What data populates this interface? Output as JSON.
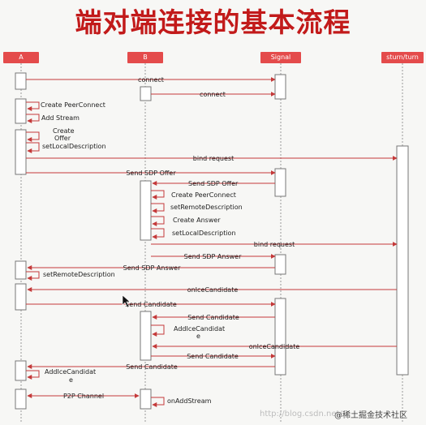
{
  "title": "端对端连接的基本流程",
  "lanes": [
    "A",
    "B",
    "Signal",
    "sturn/turn"
  ],
  "messages": {
    "connect_a": "connect",
    "connect_b": "connect",
    "create_pc_a": "Create PeerConnect",
    "add_stream": "Add Stream",
    "create_offer_1": "Create",
    "create_offer_2": "Offer",
    "set_local_a": "setLocalDescription",
    "bind_a": "bind request",
    "send_offer_a": "Send SDP Offer",
    "send_offer_b": "Send SDP Offer",
    "create_pc_b": "Create PeerConnect",
    "set_remote_b": "setRemoteDescription",
    "create_answer": "Create Answer",
    "set_local_b": "setLocalDescription",
    "bind_b": "bind request",
    "send_answer_b": "Send SDP Answer",
    "send_answer_a": "Send SDP Answer",
    "set_remote_a": "setRemoteDescription",
    "ice_a": "onIceCandidate",
    "send_cand_a": "Send Candidate",
    "send_cand_to_b": "Send Candidate",
    "add_cand_b_1": "AddIceCandidat",
    "add_cand_b_2": "e",
    "ice_b": "onIceCandidate",
    "send_cand_b": "Send Candidate",
    "send_cand_to_a": "Send Candidate",
    "add_cand_a_1": "AddIceCandidat",
    "add_cand_a_2": "e",
    "p2p": "P2P Channel",
    "on_add_stream": "onAddStream"
  },
  "watermark": "http://blog.csdn.net/",
  "badge": "@稀土掘金技术社区",
  "colors": {
    "title": "#c21a1a",
    "lane": "#e44b4b",
    "arrow": "#c43a3a"
  }
}
